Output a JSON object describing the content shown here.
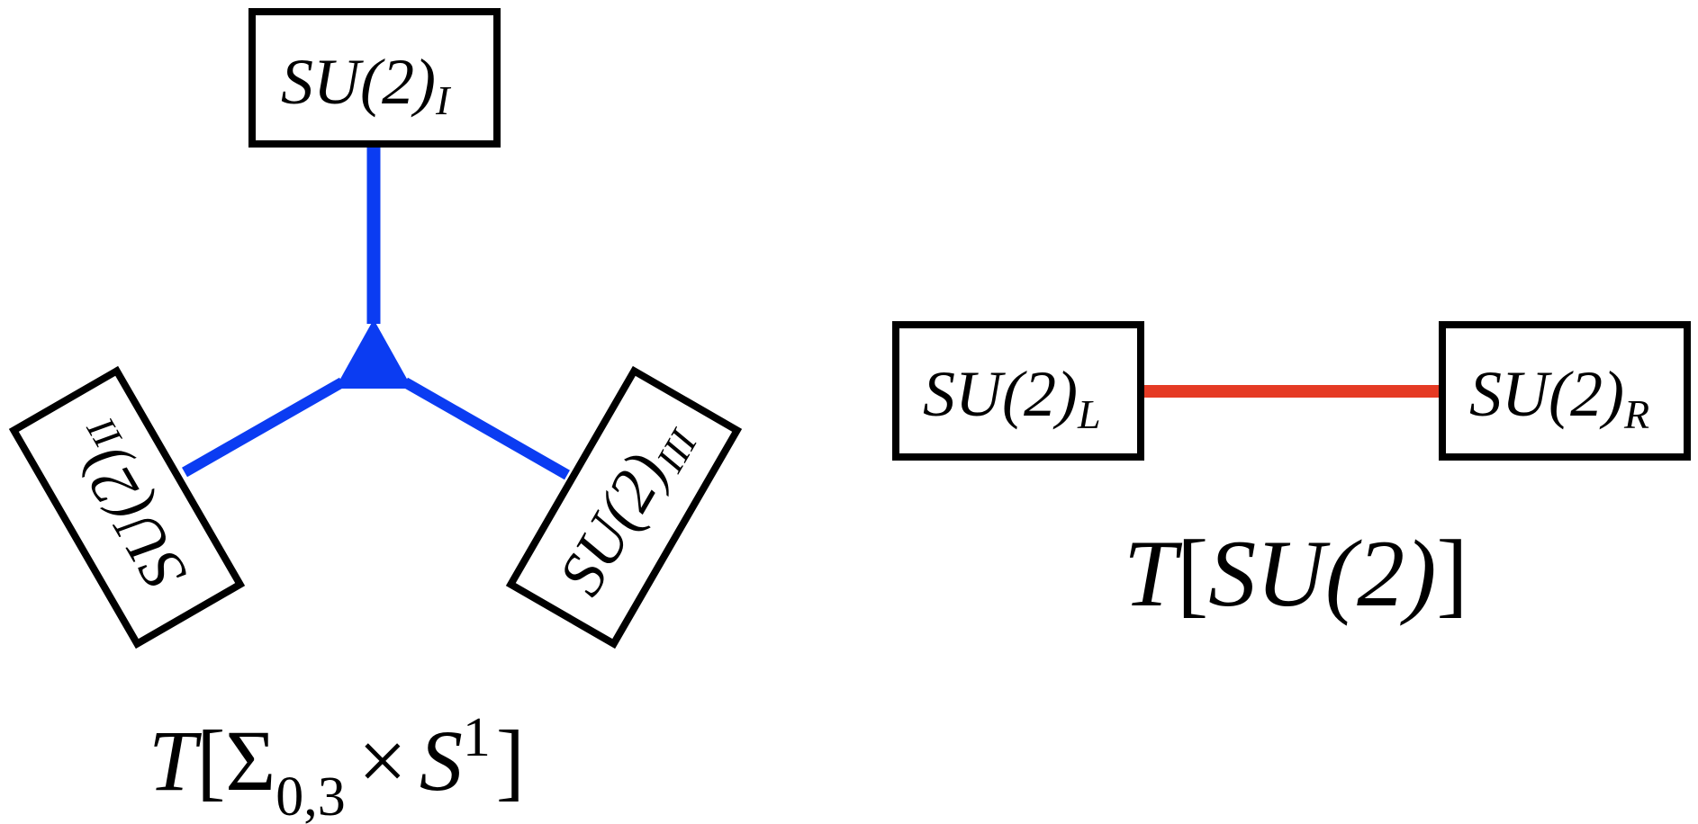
{
  "left_diagram": {
    "top_node": {
      "base": "SU(2)",
      "sub": "I"
    },
    "left_node": {
      "base": "SU(2)",
      "sub": "II"
    },
    "right_node": {
      "base": "SU(2)",
      "sub": "III"
    },
    "caption": {
      "t": "T",
      "open": "[",
      "sigma": "Σ",
      "sub": "0,3",
      "times": "×",
      "s": "S",
      "sup": "1",
      "close": "]"
    },
    "edge_color": "#0b3cf2"
  },
  "right_diagram": {
    "left_node": {
      "base": "SU(2)",
      "sub": "L"
    },
    "right_node": {
      "base": "SU(2)",
      "sub": "R"
    },
    "caption": {
      "t": "T",
      "open": "[",
      "body": "SU(2)",
      "close": "]"
    },
    "edge_color": "#e53a24"
  }
}
